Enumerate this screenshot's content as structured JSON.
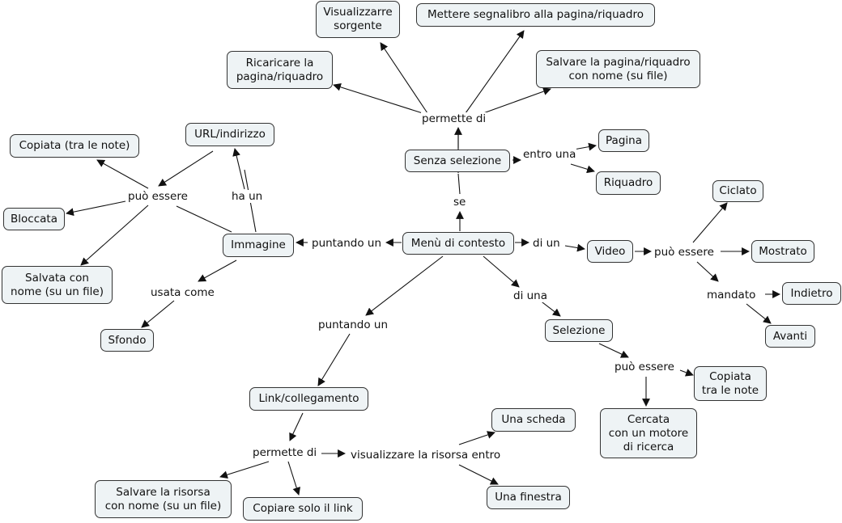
{
  "diagram": {
    "type": "concept-map",
    "root": "Menù di contesto",
    "concepts": {
      "menu": "Menù di contesto",
      "senza_sel": "Senza selezione",
      "visualizzare_sorgente": "Visualizzarre\nsorgente",
      "segnalibro": "Mettere segnalibro alla pagina/riquadro",
      "ricaricare": "Ricaricare la\npagina/riquadro",
      "salvare_pagina": "Salvare la pagina/riquadro\ncon nome (su file)",
      "pagina": "Pagina",
      "riquadro": "Riquadro",
      "immagine": "Immagine",
      "url": "URL/indirizzo",
      "copiata_note": "Copiata (tra le note)",
      "bloccata": "Bloccata",
      "salvata_nome": "Salvata con\nnome (su un file)",
      "sfondo": "Sfondo",
      "video": "Video",
      "ciclato": "Ciclato",
      "mostrato": "Mostrato",
      "indietro": "Indietro",
      "avanti": "Avanti",
      "selezione": "Selezione",
      "copiata_tra_note": "Copiata\ntra le note",
      "cercata": "Cercata\ncon un motore\ndi ricerca",
      "link": "Link/collegamento",
      "salvare_risorsa": "Salvare la risorsa\ncon nome (su un file)",
      "copiare_link": "Copiare solo il link",
      "una_scheda": "Una scheda",
      "una_finestra": "Una finestra"
    },
    "linking_phrases": {
      "se": "se",
      "permette_top": "permette di",
      "entro_una": "entro una",
      "puntando_img": "puntando un",
      "ha_un": "ha  un",
      "puo_essere_img": "può essere",
      "usata_come": "usata come",
      "di_un": "di un",
      "puo_essere_video": "può essere",
      "mandato": "mandato",
      "di_una": "di una",
      "puo_essere_sel": "può essere",
      "puntando_link": "puntando un",
      "permette_link": "permette di",
      "visualizzare_risorsa": "visualizzare la risorsa entro"
    },
    "propositions": [
      [
        "Menù di contesto",
        "se",
        "Senza selezione"
      ],
      [
        "Senza selezione",
        "permette di",
        "Visualizzarre sorgente"
      ],
      [
        "Senza selezione",
        "permette di",
        "Mettere segnalibro alla pagina/riquadro"
      ],
      [
        "Senza selezione",
        "permette di",
        "Ricaricare la pagina/riquadro"
      ],
      [
        "Senza selezione",
        "permette di",
        "Salvare la pagina/riquadro con nome (su file)"
      ],
      [
        "Senza selezione",
        "entro una",
        "Pagina"
      ],
      [
        "Senza selezione",
        "entro una",
        "Riquadro"
      ],
      [
        "Menù di contesto",
        "puntando un",
        "Immagine"
      ],
      [
        "Immagine",
        "ha un",
        "URL/indirizzo"
      ],
      [
        "Immagine",
        "può essere",
        "Copiata (tra le note)"
      ],
      [
        "Immagine",
        "può essere",
        "Bloccata"
      ],
      [
        "Immagine",
        "può essere",
        "Salvata con nome (su un file)"
      ],
      [
        "URL/indirizzo",
        "può essere",
        "Copiata (tra le note)"
      ],
      [
        "Immagine",
        "usata come",
        "Sfondo"
      ],
      [
        "Menù di contesto",
        "di un",
        "Video"
      ],
      [
        "Video",
        "può essere",
        "Ciclato"
      ],
      [
        "Video",
        "può essere",
        "Mostrato"
      ],
      [
        "Video",
        "può essere mandato",
        "Indietro"
      ],
      [
        "Video",
        "può essere mandato",
        "Avanti"
      ],
      [
        "Menù di contesto",
        "di una",
        "Selezione"
      ],
      [
        "Selezione",
        "può essere",
        "Copiata tra le note"
      ],
      [
        "Selezione",
        "può essere",
        "Cercata con un motore di ricerca"
      ],
      [
        "Menù di contesto",
        "puntando un",
        "Link/collegamento"
      ],
      [
        "Link/collegamento",
        "permette di",
        "Salvare la risorsa con nome (su un file)"
      ],
      [
        "Link/collegamento",
        "permette di",
        "Copiare solo il link"
      ],
      [
        "Link/collegamento",
        "permette di visualizzare la risorsa entro",
        "Una scheda"
      ],
      [
        "Link/collegamento",
        "permette di visualizzare la risorsa entro",
        "Una finestra"
      ]
    ],
    "colors": {
      "node_fill": "#eef3f5",
      "node_border": "#333333",
      "line": "#111111",
      "background": "#ffffff"
    }
  }
}
